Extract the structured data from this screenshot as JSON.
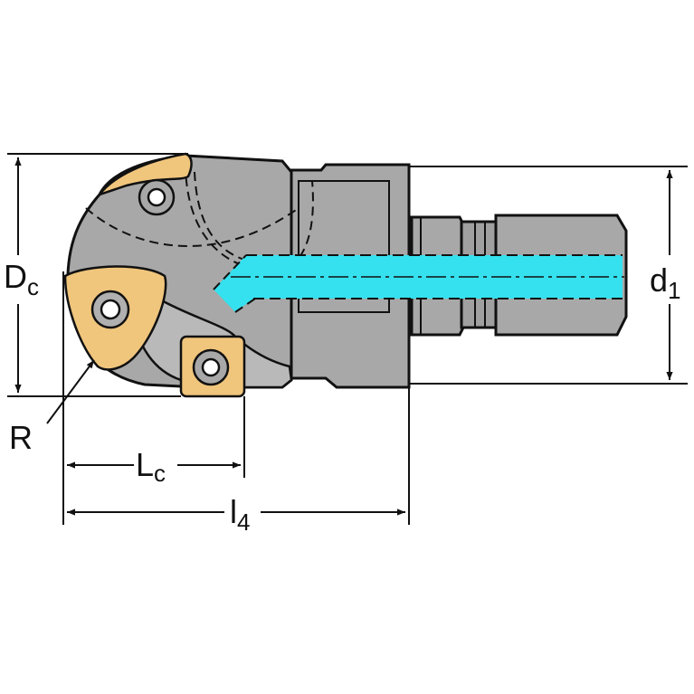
{
  "labels": {
    "dc_main": "D",
    "dc_sub": "c",
    "d1_main": "d",
    "d1_sub": "1",
    "r": "R",
    "lc_main": "L",
    "lc_sub": "c",
    "l4_main": "l",
    "l4_sub": "4"
  },
  "colors": {
    "body": "#a8a8a8",
    "outline": "#111111",
    "insert": "#f0c57c",
    "coolant": "#35e1ee",
    "dimension": "#111111"
  }
}
